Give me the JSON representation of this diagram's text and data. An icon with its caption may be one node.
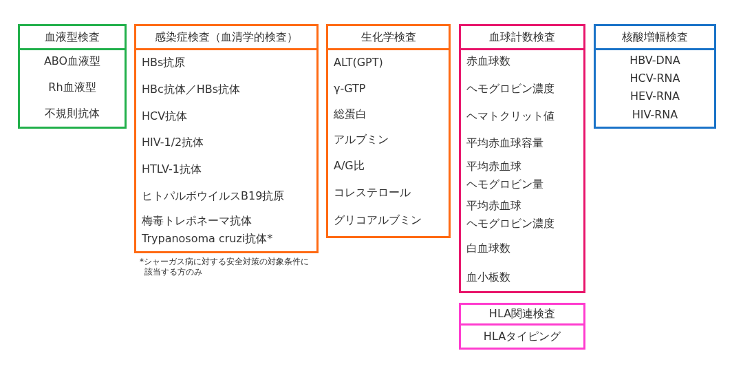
{
  "diagram": {
    "nodes": [
      {
        "text": [
          "血液型検査",
          "ABO血液型",
          "Rh血液型",
          "不規則抗体"
        ]
      },
      {
        "text": [
          "感染症検査（血清学的検査）",
          "HBs抗原",
          "HBc抗体／HBs抗体",
          "HCV抗体",
          "HIV-1/2抗体",
          "HTLV-1抗体",
          "ヒトパルボウイルスB19抗原",
          "梅毒トレポネーマ抗体",
          "Trypanosoma cruzi抗体*"
        ],
        "beside": [
          "*シャーガス病に対する安全対策の対象条件に該当する方のみ"
        ]
      },
      {
        "text": [
          "生化学検査",
          "ALT(GPT)",
          "γ-GTP",
          "総蛋白",
          "アルブミン",
          "A/G比",
          "コレステロール",
          "グリコアルブミン"
        ]
      },
      {
        "text": [
          "血球計数検査",
          "赤血球数",
          "ヘモグロビン濃度",
          "ヘマトクリット値",
          "平均赤血球容量",
          "平均赤血球ヘモグロビン量",
          "平均赤血球ヘモグロビン濃度",
          "白血球数",
          "血小板数"
        ]
      },
      {
        "text": [
          "HLA関連検査",
          "HLAタイピング"
        ]
      },
      {
        "text": [
          "核酸増幅検査",
          "HBV-DNA",
          "HCV-RNA",
          "HEV-RNA",
          "HIV-RNA"
        ]
      }
    ]
  }
}
